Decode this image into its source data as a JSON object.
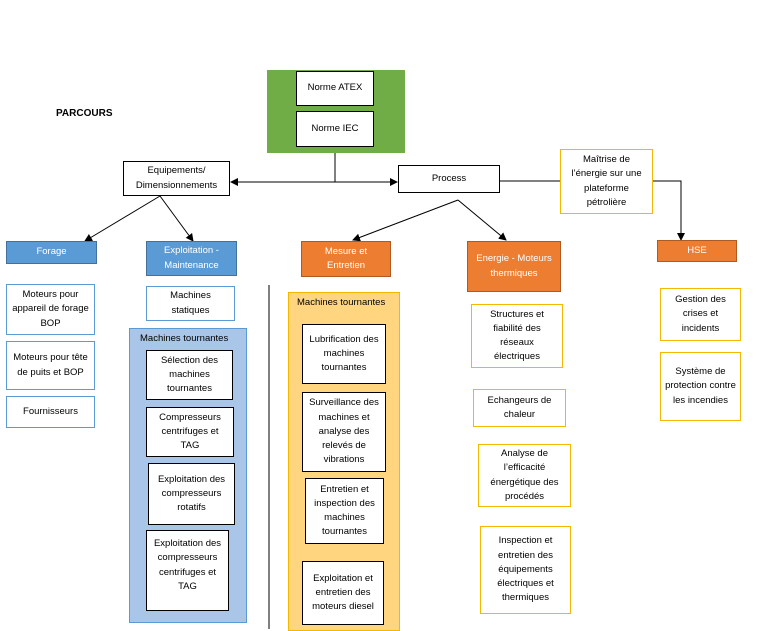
{
  "title": "PARCOURS",
  "standards": {
    "atex": "Norme ATEX",
    "iec": "Norme IEC"
  },
  "nodes": {
    "equipements": "Equipements/ Dimensionnements",
    "process": "Process",
    "maitrise": "Maîtrise de l’énergie sur une plateforme pétrolière"
  },
  "columns": {
    "forage": {
      "header": "Forage",
      "items": [
        "Moteurs pour appareil de forage BOP",
        "Moteurs pour tête de puits et BOP",
        "Fournisseurs"
      ]
    },
    "exploitation": {
      "header": "Exploitation - Maintenance",
      "static_item": "Machines statiques",
      "group_title": "Machines tournantes",
      "items": [
        "Sélection des machines tournantes",
        "Compresseurs centrifuges et TAG",
        "Exploitation des compresseurs rotatifs",
        "Exploitation des compresseurs centrifuges et TAG"
      ]
    },
    "mesure": {
      "header": "Mesure et Entretien",
      "group_title": "Machines tournantes",
      "items": [
        "Lubrification des machines tournantes",
        "Surveillance des machines et analyse des relevés  de vibrations",
        "Entretien et inspection des machines tournantes",
        "Exploitation et entretien des moteurs diesel"
      ]
    },
    "energie": {
      "header": "Energie - Moteurs thermiques",
      "items": [
        "Structures et fiabilité des réseaux électriques",
        "Echangeurs de chaleur",
        "Analyse de l’efficacité énergétique des procédés",
        "Inspection et entretien des équipements électriques et thermiques"
      ]
    },
    "hse": {
      "header": "HSE",
      "items": [
        "Gestion des crises et incidents",
        "Système de protection contre les incendies"
      ]
    }
  },
  "colors": {
    "green": "#70ad47",
    "blue": "#5b9bd5",
    "orange": "#ed7d31",
    "light_blue": "#a9c6e8",
    "light_orange": "#ffd580",
    "yellow_border": "#f5b800"
  }
}
